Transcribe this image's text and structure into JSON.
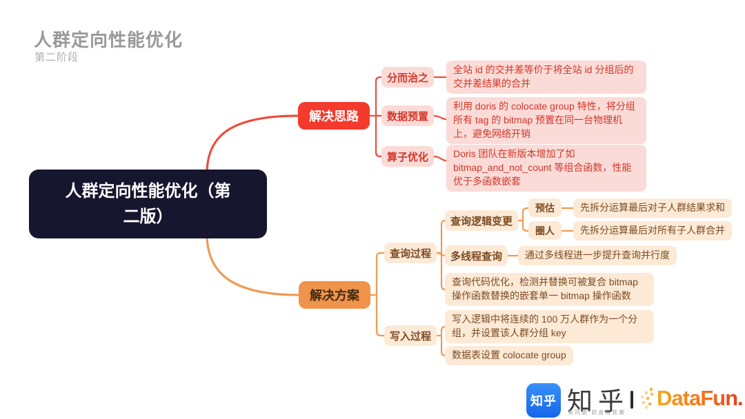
{
  "page": {
    "title": "人群定向性能优化",
    "subtitle": "第二阶段"
  },
  "colors": {
    "root_bg": "#16162e",
    "red_accent": "#f4392d",
    "red_light_bg": "#fbdbd7",
    "red_text": "#d2372a",
    "orange_accent": "#f0934b",
    "orange_light_bg": "#fcead7",
    "orange_text": "#7c4a21",
    "zhihu_blue": "#1467ea",
    "datafun_orange": "#f0741f"
  },
  "mindmap": {
    "root_label": "人群定向性能优化（第二版）",
    "branches": [
      {
        "label": "解决思路",
        "children": [
          {
            "label": "分而治之",
            "leaf": "全站 id 的交并差等价于将全站 id 分组后的交并差结果的合并"
          },
          {
            "label": "数据预置",
            "leaf": "利用 doris 的 colocate group 特性，将分组所有 tag 的 bitmap 预置在同一台物理机上，避免网络开销"
          },
          {
            "label": "算子优化",
            "leaf": "Doris 团队在新版本增加了如 bitmap_and_not_count 等组合函数，性能优于多函数嵌套"
          }
        ]
      },
      {
        "label": "解决方案",
        "children": [
          {
            "label": "查询过程",
            "children": [
              {
                "label": "查询逻辑变更",
                "children": [
                  {
                    "label": "预估",
                    "leaf": "先拆分运算最后对子人群结果求和"
                  },
                  {
                    "label": "圈人",
                    "leaf": "先拆分运算最后对所有子人群合并"
                  }
                ]
              },
              {
                "label": "多线程查询",
                "leaf": "通过多线程进一步提升查询并行度"
              },
              {
                "leaf": "查询代码优化，检测并替换可被复合 bitmap 操作函数替换的嵌套单一 bitmap 操作函数"
              }
            ]
          },
          {
            "label": "写入过程",
            "children": [
              {
                "leaf": "写入逻辑中将连续的 100 万人群作为一个分组，并设置该人群分组 key"
              },
              {
                "leaf": "数据表设置 colocate group"
              }
            ]
          }
        ]
      }
    ]
  },
  "footer": {
    "zhihu_badge": "知乎",
    "zhihu_wordmark": "知乎",
    "zhihu_slogan": "有问题 就会有答案",
    "datafun_wordmark": "DataFun."
  }
}
